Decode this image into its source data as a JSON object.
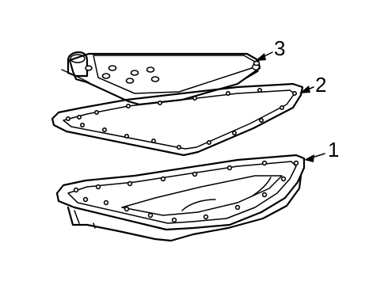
{
  "callouts": [
    {
      "id": "pan",
      "label": "1"
    },
    {
      "id": "gasket",
      "label": "2"
    },
    {
      "id": "filter",
      "label": "3"
    }
  ]
}
